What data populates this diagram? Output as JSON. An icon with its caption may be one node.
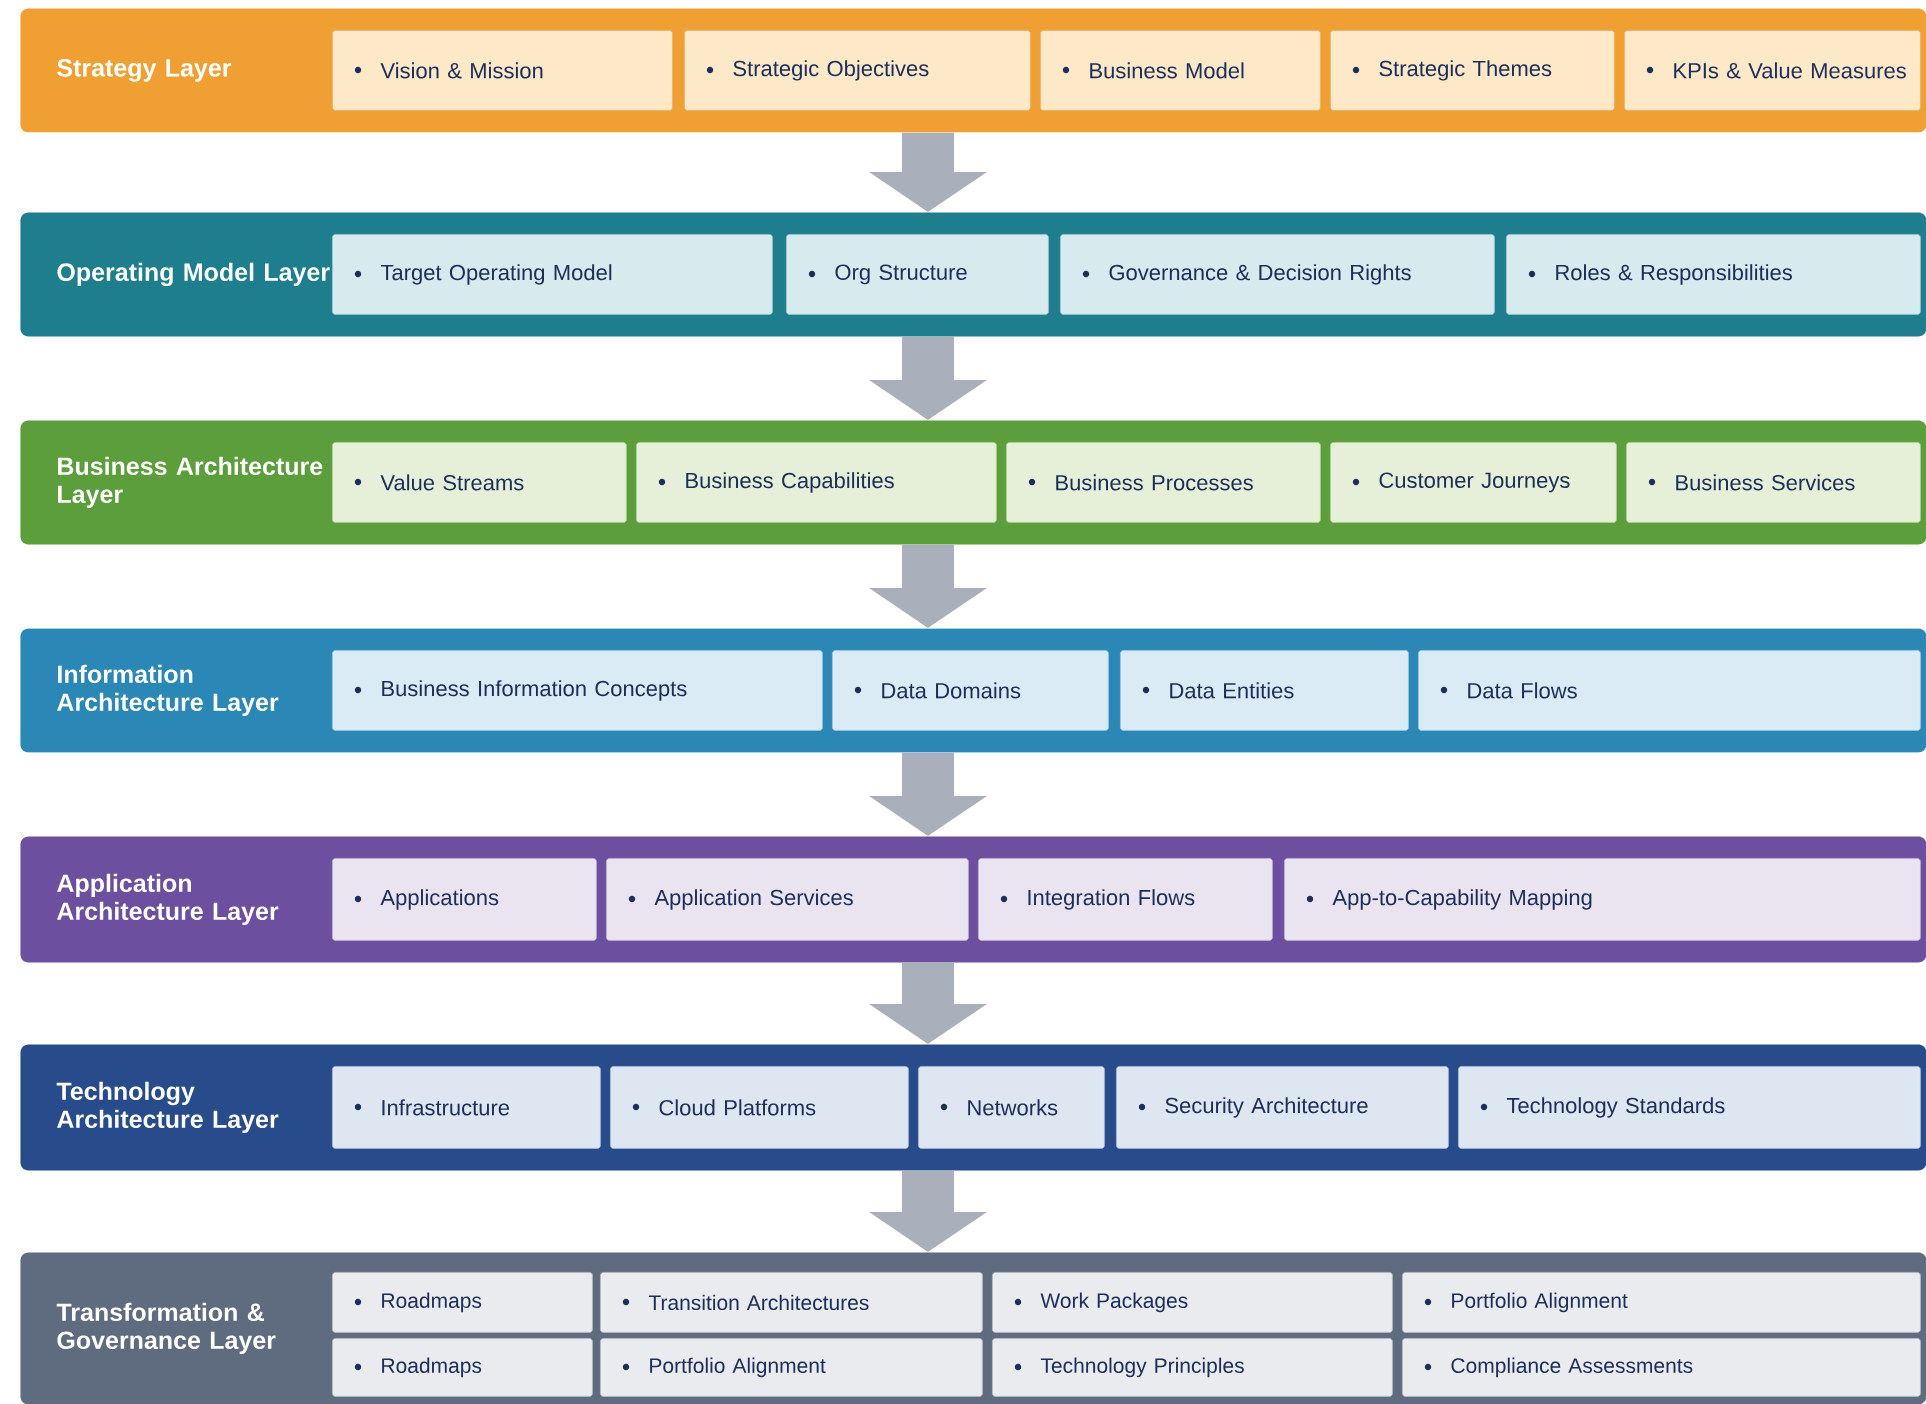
{
  "diagram": {
    "nodes": [
      {
        "text": [
          "Strategy Layer"
        ]
      },
      {
        "text": [
          "Vision & Mission"
        ],
        "in": 0
      },
      {
        "text": [
          "Strategic Objectives"
        ],
        "in": 0
      },
      {
        "text": [
          "Business Model"
        ],
        "in": 0
      },
      {
        "text": [
          "Strategic Themes"
        ],
        "in": 0
      },
      {
        "text": [
          "KPIs & Value Measures"
        ],
        "in": 0
      },
      {
        "text": [
          "Operating Model Layer"
        ]
      },
      {
        "text": [
          "Target Operating Model"
        ],
        "in": 6
      },
      {
        "text": [
          "Org Structure"
        ],
        "in": 6
      },
      {
        "text": [
          "Governance & Decision Rights"
        ],
        "in": 6
      },
      {
        "text": [
          "Roles & Responsibilities"
        ],
        "in": 6
      },
      {
        "text": [
          "Business Architecture Layer"
        ]
      },
      {
        "text": [
          "Value Streams"
        ],
        "in": 11
      },
      {
        "text": [
          "Business Capabilities"
        ],
        "in": 11
      },
      {
        "text": [
          "Business Processes"
        ],
        "in": 11
      },
      {
        "text": [
          "Customer Journeys"
        ],
        "in": 11
      },
      {
        "text": [
          "Business Services"
        ],
        "in": 11
      },
      {
        "text": [
          "Information Architecture Layer"
        ]
      },
      {
        "text": [
          "Business Information Concepts"
        ],
        "in": 17
      },
      {
        "text": [
          "Data Domains"
        ],
        "in": 17
      },
      {
        "text": [
          "Data Entities"
        ],
        "in": 17
      },
      {
        "text": [
          "Data Flows"
        ],
        "in": 17
      },
      {
        "text": [
          "Application Architecture Layer"
        ]
      },
      {
        "text": [
          "Applications"
        ],
        "in": 22
      },
      {
        "text": [
          "Application Services"
        ],
        "in": 22
      },
      {
        "text": [
          "Integration Flows"
        ],
        "in": 22
      },
      {
        "text": [
          "App-to-Capability Mapping"
        ],
        "in": 22
      },
      {
        "text": [
          "Technology Architecture Layer"
        ]
      },
      {
        "text": [
          "Infrastructure"
        ],
        "in": 27
      },
      {
        "text": [
          "Cloud Platforms"
        ],
        "in": 27
      },
      {
        "text": [
          "Networks"
        ],
        "in": 27
      },
      {
        "text": [
          "Security Architecture"
        ],
        "in": 27
      },
      {
        "text": [
          "Technology Standards"
        ],
        "in": 27
      },
      {
        "text": [
          "Transformation & Governance Layer"
        ]
      },
      {
        "text": [
          "Roadmaps"
        ],
        "in": 33
      },
      {
        "text": [
          "Transition Architectures"
        ],
        "in": 33
      },
      {
        "text": [
          "Work Packages"
        ],
        "in": 33
      },
      {
        "text": [
          "Portfolio Alignment"
        ],
        "in": 33
      },
      {
        "text": [
          "Roadmaps"
        ],
        "in": 33
      },
      {
        "text": [
          "Portfolio Alignment"
        ],
        "in": 33
      },
      {
        "text": [
          "Technology Principles"
        ],
        "in": 33
      },
      {
        "text": [
          "Compliance Assessments"
        ],
        "in": 33
      }
    ],
    "edges": [
      {
        "from": 0,
        "to": 6,
        "arrow": "to"
      },
      {
        "from": 6,
        "to": 11,
        "arrow": "to"
      },
      {
        "from": 11,
        "to": 17,
        "arrow": "to"
      },
      {
        "from": 17,
        "to": 22,
        "arrow": "to"
      },
      {
        "from": 22,
        "to": 27,
        "arrow": "to"
      },
      {
        "from": 27,
        "to": 33,
        "arrow": "to"
      }
    ]
  }
}
